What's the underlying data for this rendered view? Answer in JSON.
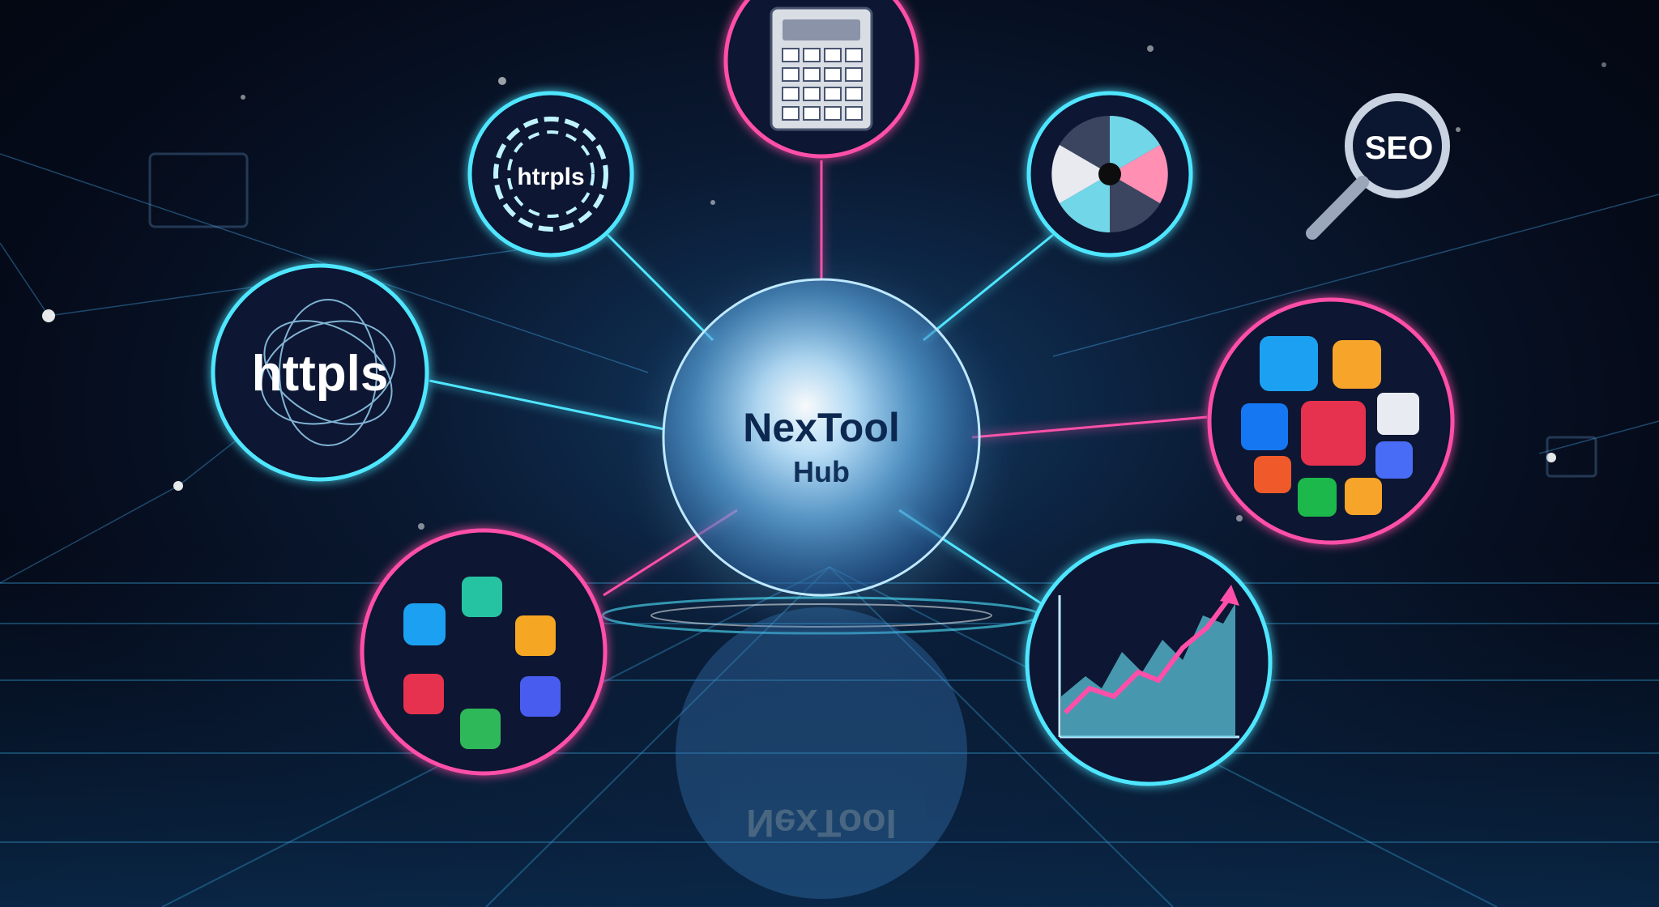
{
  "hub": {
    "title": "NexTool",
    "subtitle": "Hub"
  },
  "nodes": {
    "https_left_label": "httpls",
    "chain_label": "htrpls",
    "seo_label": "SEO",
    "reflection_label": "NexTool"
  },
  "colors": {
    "cyan": "#4fe6ff",
    "pink": "#ff4fa8",
    "background": "#050b1a"
  },
  "icons": {
    "social_cluster_right": [
      "twitter-icon",
      "instagram-icon",
      "facebook-icon",
      "app-icon",
      "tool-icon",
      "google-icon",
      "facebook-icon",
      "app-icon",
      "skype-icon"
    ],
    "social_cluster_left": [
      "twitter-icon",
      "app-icon",
      "vlc-icon",
      "app-icon",
      "app-icon",
      "app-icon"
    ]
  }
}
